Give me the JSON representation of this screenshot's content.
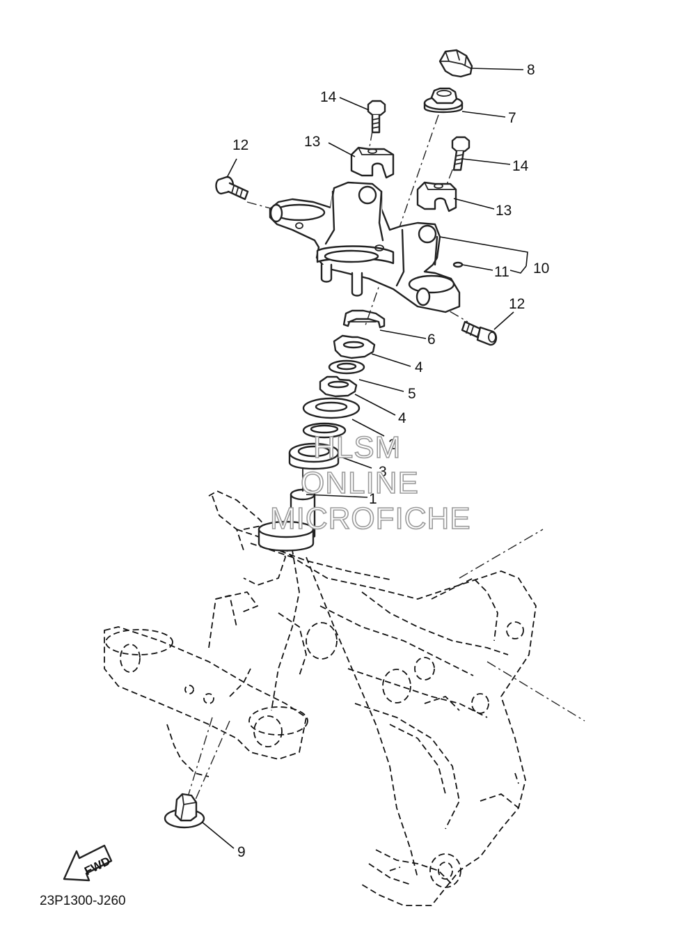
{
  "diagram_code": "23P1300-J260",
  "fwd_label": "FWD",
  "watermark": [
    "HLSM",
    "ONLINE",
    "MICROFICHE"
  ],
  "callouts": [
    {
      "num": "1"
    },
    {
      "num": "2"
    },
    {
      "num": "3"
    },
    {
      "num": "4"
    },
    {
      "num": "4"
    },
    {
      "num": "5"
    },
    {
      "num": "6"
    },
    {
      "num": "7"
    },
    {
      "num": "8"
    },
    {
      "num": "9"
    },
    {
      "num": "10"
    },
    {
      "num": "11"
    },
    {
      "num": "12"
    },
    {
      "num": "12"
    },
    {
      "num": "13"
    },
    {
      "num": "13"
    },
    {
      "num": "14"
    },
    {
      "num": "14"
    }
  ]
}
